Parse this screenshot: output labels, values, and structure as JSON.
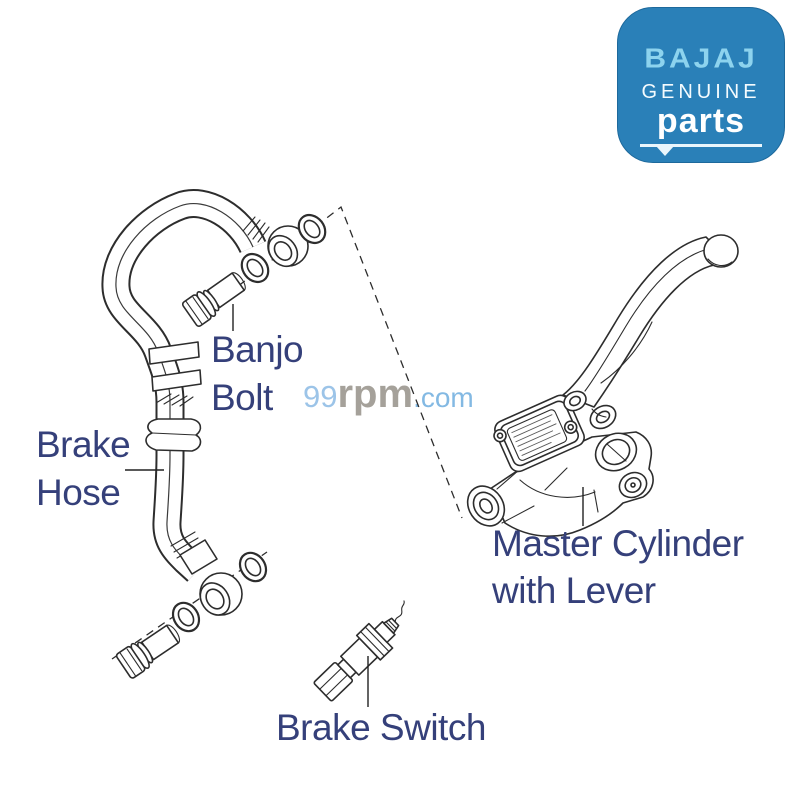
{
  "page": {
    "background": "#ffffff"
  },
  "logo": {
    "brand": "BAJAJ",
    "genuine": "GENUINE",
    "parts": "parts",
    "bg_color": "#2a80b8",
    "brand_color": "#8dd3ee",
    "text_color": "#f4fbfe"
  },
  "watermark": {
    "number": "99",
    "rpm": "rpm",
    "dotcom": ".com",
    "number_color": "#9cc4e8",
    "rpm_color": "#a5a19a",
    "dotcom_color": "#83b9e3"
  },
  "labels": {
    "color": "#35407a",
    "banjo_bolt_line1": "Banjo",
    "banjo_bolt_line2": "Bolt",
    "brake_hose_line1": "Brake",
    "brake_hose_line2": "Hose",
    "master_cylinder_line1": "Master Cylinder",
    "master_cylinder_line2": "with Lever",
    "brake_switch": "Brake Switch"
  },
  "diagram": {
    "line_color": "#2d2d2d",
    "parts": [
      "brake-hose",
      "banjo-bolt",
      "sealing-washers",
      "master-cylinder-with-lever",
      "brake-switch"
    ]
  }
}
